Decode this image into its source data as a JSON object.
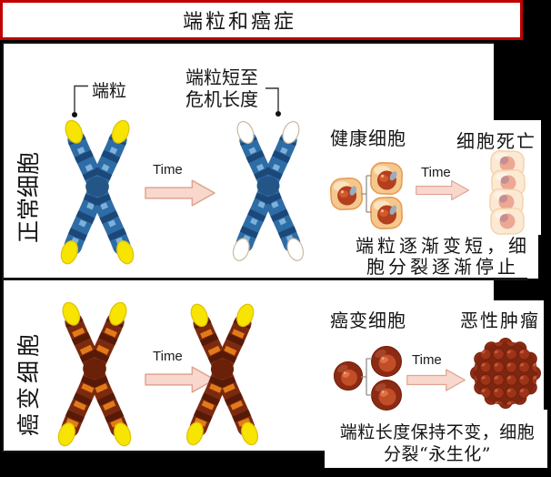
{
  "title": "端粒和癌症",
  "colors": {
    "frame_red": "#C00000",
    "arrow_pink_fill": "#F8D7CD",
    "arrow_pink_stroke": "#DFA390",
    "chromosome_blue": "#2E6CA6",
    "chromosome_maroon": "#7B2A10",
    "telomere_yellow": "#F7E400",
    "healthy_cell_body": "#F6C78C",
    "dying_cell_body": "#FBE9D4",
    "cancer_cell_body": "#8C2A14"
  },
  "normal_row": {
    "side_label": "正常细胞",
    "telomere_label": "端粒",
    "crisis_line1": "端粒短至",
    "crisis_line2": "危机长度",
    "chromosome_time_label": "Time",
    "cells_time_label": "Time",
    "healthy_cells_label": "健康细胞",
    "cell_death_label": "细胞死亡",
    "caption_line1": "端粒逐渐变短，细",
    "caption_line2": "胞分裂逐渐停止"
  },
  "cancer_row": {
    "side_label": "癌变细胞",
    "chromosome_time_label": "Time",
    "cells_time_label": "Time",
    "cancer_cells_label": "癌变细胞",
    "tumor_label": "恶性肿瘤",
    "caption_line1": "端粒长度保持不变，细胞",
    "caption_line2": "分裂“永生化”"
  }
}
